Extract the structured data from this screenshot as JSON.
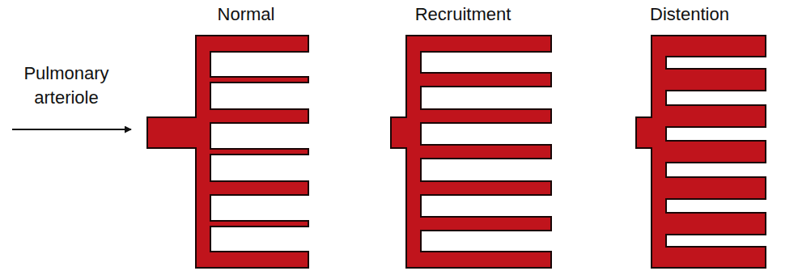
{
  "diagram": {
    "labels": [
      "Normal",
      "Recruitment",
      "Distention",
      "Pulmonary arteriole"
    ]
  }
}
